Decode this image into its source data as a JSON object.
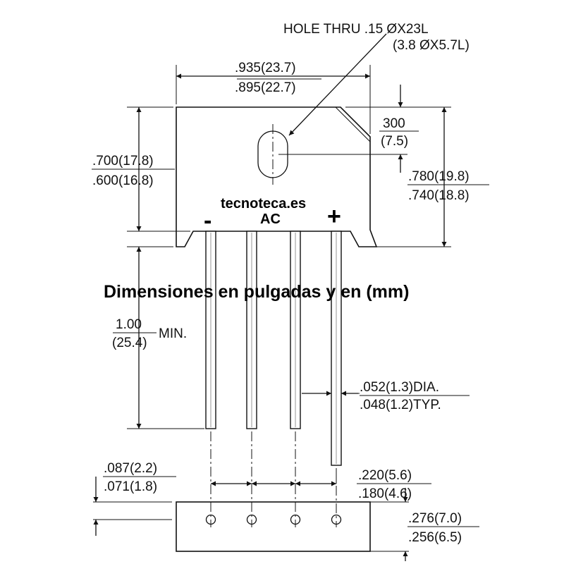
{
  "hole": {
    "line1": "HOLE THRU .15 ØX23L",
    "line2": "(3.8 ØX5.7L)"
  },
  "width": {
    "max": ".935(23.7)",
    "min": ".895(22.7)"
  },
  "chamfer": {
    "top": "300",
    "bottom": "(7.5)"
  },
  "body_height_left": {
    "max": ".700(17.8)",
    "min": ".600(16.8)"
  },
  "body_height_right": {
    "max": ".780(19.8)",
    "min": ".740(18.8)"
  },
  "branding": {
    "site": "tecnoteca.es",
    "ac": "AC",
    "minus": "-",
    "plus": "+"
  },
  "caption": "Dimensiones en pulgadas y en (mm)",
  "lead_length": {
    "top": "1.00",
    "bottom": "(25.4)",
    "suffix": "MIN."
  },
  "lead_dia": {
    "max": ".052(1.3)DIA.",
    "min": ".048(1.2)TYP."
  },
  "bottom_offset": {
    "max": ".087(2.2)",
    "min": ".071(1.8)"
  },
  "pitch": {
    "max": ".220(5.6)",
    "min": ".180(4.6)"
  },
  "thickness": {
    "max": ".276(7.0)",
    "min": ".256(6.5)"
  }
}
